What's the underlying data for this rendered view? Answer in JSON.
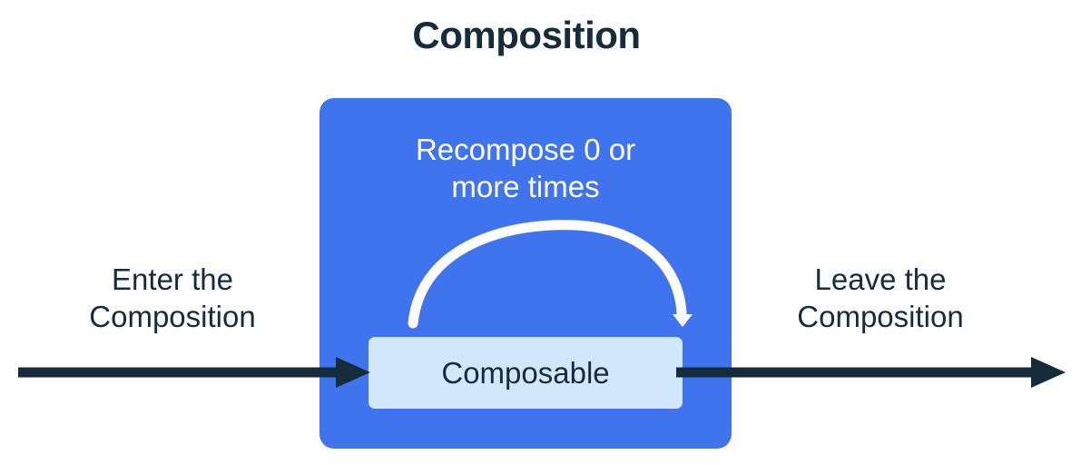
{
  "title": "Composition",
  "colors": {
    "title_text": "#162C3B",
    "composition_box": "#4074EE",
    "composable_box": "#D0E7FC",
    "composable_text": "#162C3B",
    "recompose_text": "#FFFFFF",
    "recompose_arrow": "#FFFFFF",
    "flow_arrow": "#162C3B",
    "caption_text": "#162C3B",
    "background": "#FFFFFF"
  },
  "composition": {
    "recompose_label_line1": "Recompose 0 or",
    "recompose_label_line2": "more times",
    "recompose_arrow_name": "recompose-loop-arrow",
    "composable_label": "Composable"
  },
  "flow": {
    "enter": {
      "caption_line1": "Enter the",
      "caption_line2": "Composition",
      "arrow_name": "enter-arrow-right"
    },
    "leave": {
      "caption_line1": "Leave the",
      "caption_line2": "Composition",
      "arrow_name": "leave-arrow-right"
    }
  }
}
